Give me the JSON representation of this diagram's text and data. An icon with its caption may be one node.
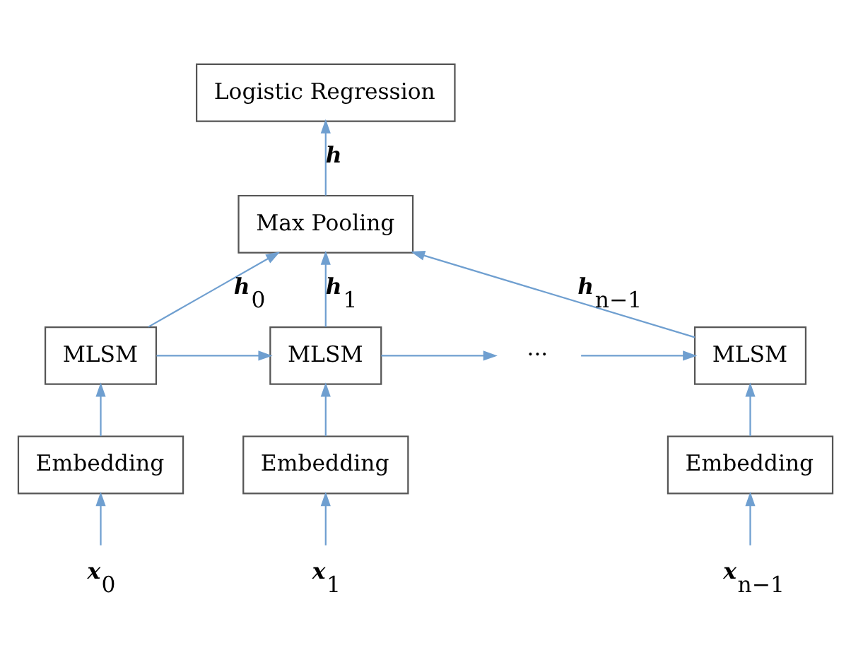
{
  "diagram": {
    "nodes": [
      {
        "text": [
          "Logistic Regression"
        ]
      },
      {
        "text": [
          "Max Pooling"
        ]
      },
      {
        "text": [
          "MLSM"
        ]
      },
      {
        "text": [
          "MLSM"
        ]
      },
      {
        "text": [
          "···"
        ]
      },
      {
        "text": [
          "MLSM"
        ]
      },
      {
        "text": [
          "Embedding"
        ]
      },
      {
        "text": [
          "Embedding"
        ]
      },
      {
        "text": [
          "Embedding"
        ]
      },
      {
        "text": [
          "x$_{0}$"
        ]
      },
      {
        "text": [
          "x$_{1}$"
        ]
      },
      {
        "text": [
          "x$_{n−1}$"
        ]
      }
    ],
    "edges": [
      {
        "from": 1,
        "to": 0,
        "arrow": "to",
        "label": "h"
      },
      {
        "from": 2,
        "to": 1,
        "arrow": "to",
        "label": "h$_{0}$"
      },
      {
        "from": 3,
        "to": 1,
        "arrow": "to",
        "label": "h$_{1}$"
      },
      {
        "from": 5,
        "to": 1,
        "arrow": "to",
        "label": "h$_{n−1}$"
      },
      {
        "from": 2,
        "to": 3,
        "arrow": "to"
      },
      {
        "from": 3,
        "to": 4,
        "arrow": "to"
      },
      {
        "from": 4,
        "to": 5,
        "arrow": "to"
      },
      {
        "from": 6,
        "to": 2,
        "arrow": "to"
      },
      {
        "from": 7,
        "to": 3,
        "arrow": "to"
      },
      {
        "from": 8,
        "to": 5,
        "arrow": "to"
      },
      {
        "from": 9,
        "to": 6,
        "arrow": "to"
      },
      {
        "from": 10,
        "to": 7,
        "arrow": "to"
      },
      {
        "from": 11,
        "to": 8,
        "arrow": "to"
      }
    ]
  }
}
